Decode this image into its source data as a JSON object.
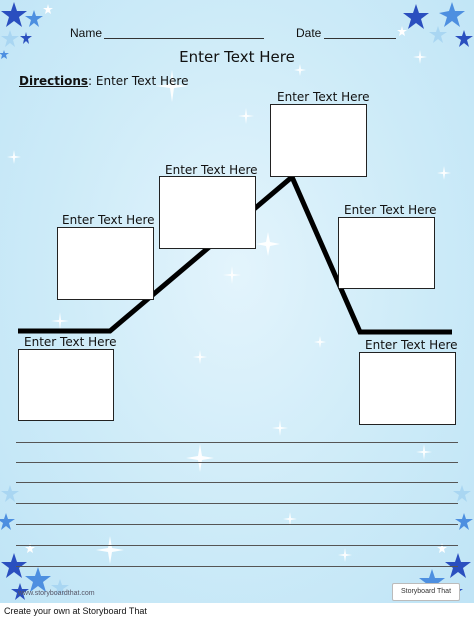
{
  "header": {
    "name_label": "Name",
    "date_label": "Date"
  },
  "title": "Enter Text Here",
  "directions": {
    "label": "Directions",
    "text": "Enter Text Here"
  },
  "stages": [
    {
      "label": "Enter Text Here"
    },
    {
      "label": "Enter Text Here"
    },
    {
      "label": "Enter Text Here"
    },
    {
      "label": "Enter Text Here"
    },
    {
      "label": "Enter Text Here"
    },
    {
      "label": "Enter Text Here"
    }
  ],
  "watermark": "www.storyboardthat.com",
  "brand": "Storyboard That",
  "footer": "Create your own at Storyboard That",
  "colors": {
    "background": "#cdebf8",
    "star_dark": "#2a4fbf",
    "star_mid": "#4d8fe0",
    "star_light": "#a9d6f2",
    "plot_line": "#000000"
  }
}
